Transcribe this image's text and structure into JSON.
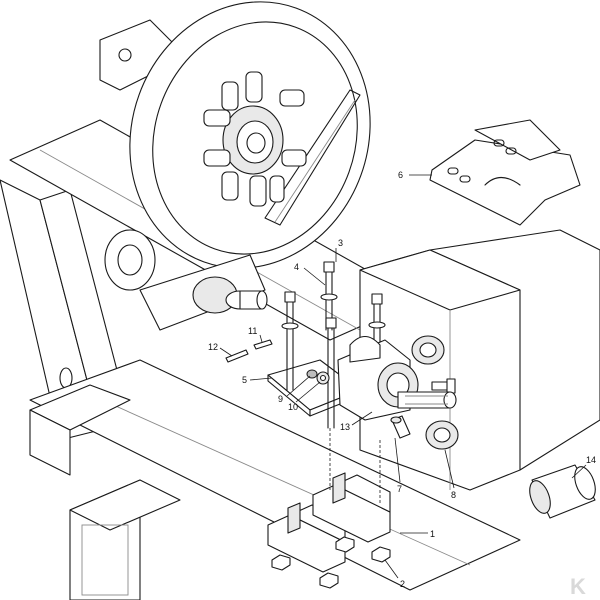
{
  "callouts": [
    {
      "id": "1",
      "text": "1"
    },
    {
      "id": "2",
      "text": "2"
    },
    {
      "id": "3",
      "text": "3"
    },
    {
      "id": "4",
      "text": "4"
    },
    {
      "id": "5",
      "text": "5"
    },
    {
      "id": "6",
      "text": "6"
    },
    {
      "id": "7",
      "text": "7"
    },
    {
      "id": "8",
      "text": "8"
    },
    {
      "id": "9",
      "text": "9"
    },
    {
      "id": "10",
      "text": "10"
    },
    {
      "id": "11",
      "text": "11"
    },
    {
      "id": "12",
      "text": "12"
    },
    {
      "id": "13",
      "text": "13"
    },
    {
      "id": "14",
      "text": "14"
    }
  ],
  "colors": {
    "line": "#1a1a1a",
    "background": "#ffffff",
    "shade": "#e9e9e9",
    "logo": "#d9d9d9"
  },
  "logo": {
    "icon": "k-brand-logo-icon",
    "text": "K"
  }
}
